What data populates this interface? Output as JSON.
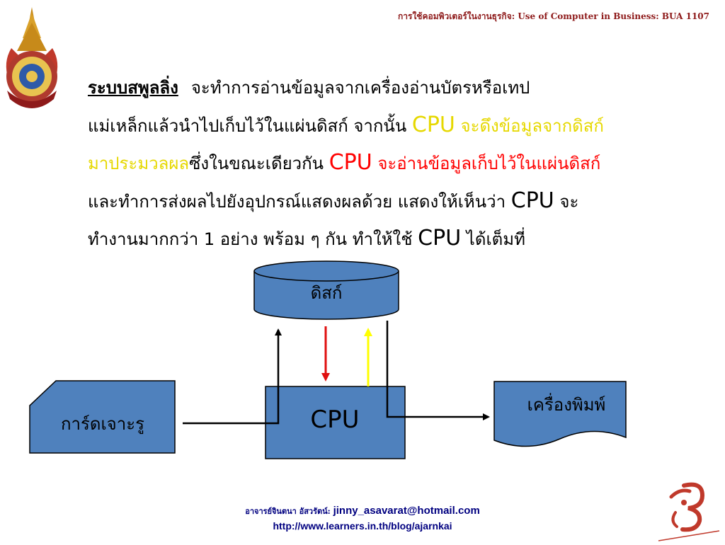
{
  "header": {
    "title": "การใช้คอมพิวเตอร์ในงานธุรกิจ: Use of Computer in Business: BUA 1107"
  },
  "content": {
    "term": "ระบบสพูลลิ่ง",
    "l1_text": "จะทำการอ่านข้อมูลจากเครื่องอ่านบัตรหรือเทป",
    "l2_a": "แม่เหล็กแล้วนำไปเก็บไว้ในแผ่นดิสก์ จากนั้น ",
    "l2_cpu": "CPU",
    "l2_b": " จะดึงข้อมูลจากดิสก์",
    "l3_a": "มาประมวลผล",
    "l3_b": "ซึ่งในขณะเดียวกัน ",
    "l3_cpu": "CPU",
    "l3_c": " จะอ่านข้อมูลเก็บไว้ในแผ่นดิสก์",
    "l4_a": "และทำการส่งผลไปยังอุปกรณ์แสดงผลด้วย แสดงให้เห็นว่า ",
    "l4_cpu": "CPU",
    "l4_b": " จะ",
    "l5_a": "ทำงานมากกว่า 1 อย่าง พร้อม ๆ กัน ทำให้ใช้ ",
    "l5_cpu": "CPU",
    "l5_b": " ได้เต็มที่"
  },
  "diagram": {
    "disk_label": "ดิสก์",
    "cpu_label": "CPU",
    "card_label": "การ์ดเจาะรู",
    "printer_label": "เครื่องพิมพ์",
    "shape_fill": "#4f81bd",
    "shape_stroke": "#000000",
    "arrow_down_color": "#e01010",
    "arrow_up_color": "#ffff00"
  },
  "footer": {
    "instructor": "อาจารย์จินตนา อัสวรัตน์: ",
    "email": "jinny_asavarat@hotmail.com",
    "url": "http://www.learners.in.th/blog/ajarnkai"
  },
  "colors": {
    "header": "#8e1a1a",
    "footer": "#000080",
    "highlight_yellow": "#e6d800",
    "highlight_red": "#ff0000"
  }
}
